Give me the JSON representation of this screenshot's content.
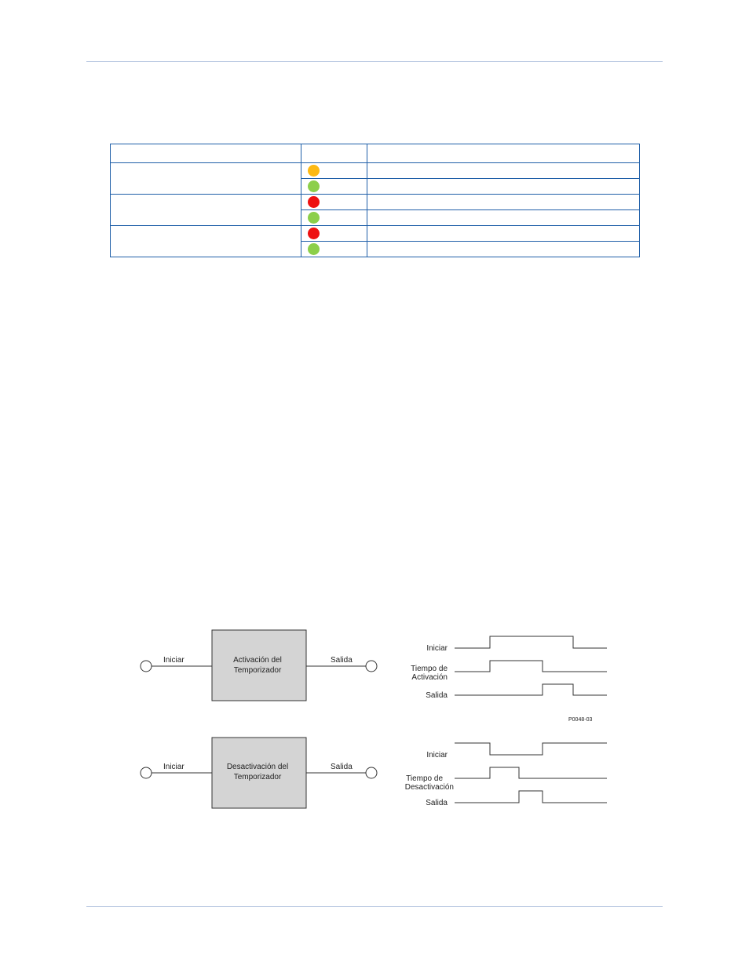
{
  "led_table": {
    "rows": [
      {
        "color": "#fdb913"
      },
      {
        "color": "#8ccf4a"
      },
      {
        "color": "#ee1111"
      },
      {
        "color": "#8ccf4a"
      },
      {
        "color": "#ee1111"
      },
      {
        "color": "#8ccf4a"
      }
    ]
  },
  "diagram": {
    "pickup_block": {
      "title_line1": "Activación del",
      "title_line2": "Temporizador",
      "input_label": "Iniciar",
      "output_label": "Salida"
    },
    "dropout_block": {
      "title_line1": "Desactivación del",
      "title_line2": "Temporizador",
      "input_label": "Iniciar",
      "output_label": "Salida"
    },
    "pickup_timing": {
      "start_label": "Iniciar",
      "timer_label_line1": "Tiempo de",
      "timer_label_line2": "Activación",
      "output_label": "Salida"
    },
    "dropout_timing": {
      "start_label": "Iniciar",
      "timer_label_line1": "Tiempo de",
      "timer_label_line2": "Desactivación",
      "output_label": "Salida"
    },
    "figure_id": "P0048-03"
  },
  "colors": {
    "rule": "#b7c6e0",
    "table_border": "#1f5fa8",
    "block_fill": "#d4d4d4"
  }
}
